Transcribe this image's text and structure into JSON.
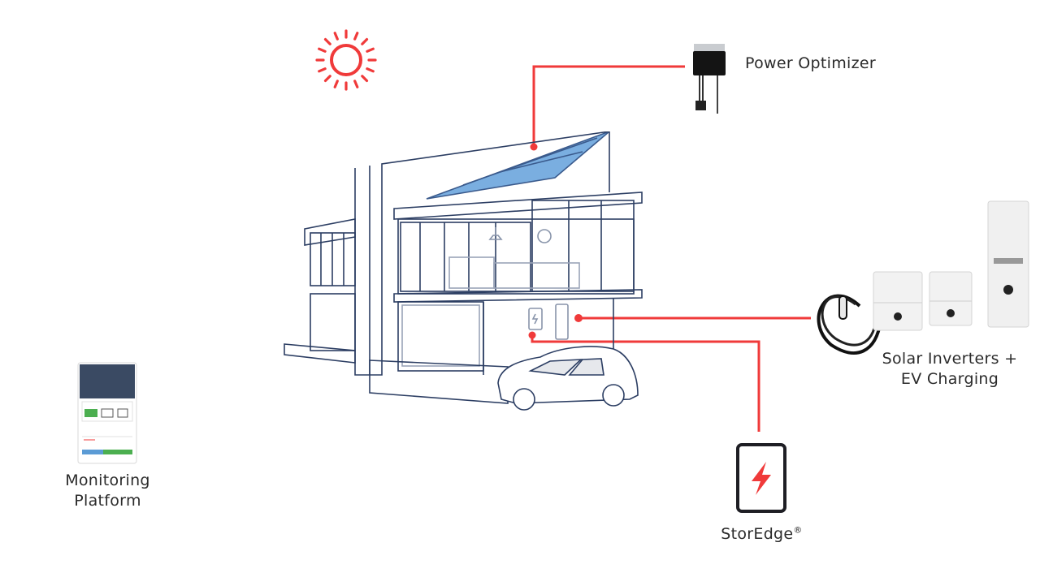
{
  "diagram": {
    "accent_color": "#f03a3a",
    "line_color": "#2c3e63",
    "panel_color": "#7aaee0",
    "components": [
      {
        "id": "sun",
        "icon": "sun-icon"
      },
      {
        "id": "power_optimizer",
        "label": "Power Optimizer",
        "icon": "power-optimizer-icon"
      },
      {
        "id": "inverters",
        "label_line1": "Solar Inverters +",
        "label_line2": "EV Charging",
        "icon": "inverter-icon"
      },
      {
        "id": "storedge",
        "label": "StorEdge",
        "trademark": "®",
        "icon": "battery-bolt-icon"
      },
      {
        "id": "monitoring",
        "label_line1": "Monitoring",
        "label_line2": "Platform",
        "icon": "phone-app-icon"
      }
    ],
    "house": {
      "icon": "house-illustration",
      "car": "car-icon"
    }
  }
}
